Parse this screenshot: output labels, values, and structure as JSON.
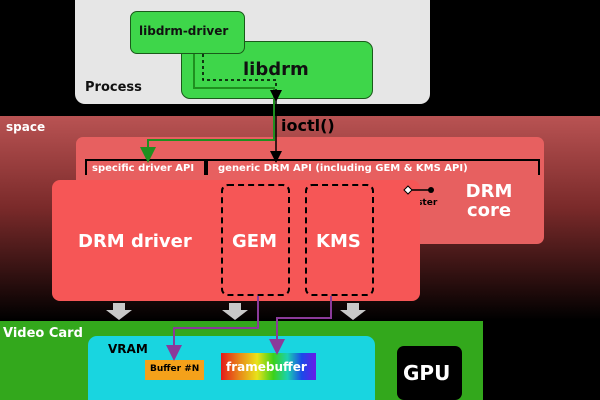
{
  "labels": {
    "process": "Process",
    "libdrm": "libdrm",
    "libdrm_driver": "libdrm-driver",
    "space": "space",
    "ioctl": "ioctl()",
    "specific_api": "specific driver API",
    "generic_api": "generic DRM API (including GEM & KMS API)",
    "drm_core": "DRM core",
    "register": "register",
    "drm_driver": "DRM driver",
    "gem": "GEM",
    "kms": "KMS",
    "video_card": "Video Card",
    "vram": "VRAM",
    "buffer": "Buffer #N",
    "framebuffer": "framebuffer",
    "gpu": "GPU"
  },
  "colors": {
    "libdrm_green": "#3ed64a",
    "path_green": "#1f8f1f",
    "path_purple": "#8b3a9a",
    "drm_core": "#e76060",
    "drm_driver": "#f65656",
    "video_card": "#33a81c",
    "vram": "#19d5e0",
    "buffer": "#f4a11a"
  }
}
